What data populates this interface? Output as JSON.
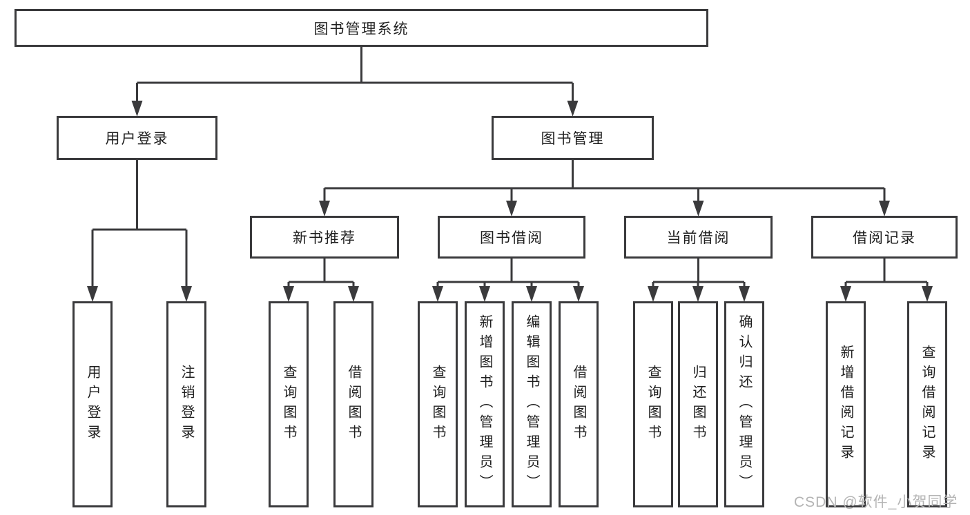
{
  "diagram": {
    "root": "图书管理系统",
    "level2": {
      "user_login": "用户登录",
      "book_mgmt": "图书管理"
    },
    "level3": [
      "新书推荐",
      "图书借阅",
      "当前借阅",
      "借阅记录"
    ],
    "user_leaves": [
      "用户登录",
      "注销登录"
    ],
    "recommend_leaves": [
      "查询图书",
      "借阅图书"
    ],
    "borrow_leaves": [
      "查询图书",
      "新增图书（管理员）",
      "编辑图书（管理员）",
      "借阅图书"
    ],
    "current_leaves": [
      "查询图书",
      "归还图书",
      "确认归还（管理员）"
    ],
    "record_leaves": [
      "新增借阅记录",
      "查询借阅记录"
    ],
    "colors": {
      "line": "#3a3a3c",
      "text": "#1f1f1f",
      "watermark": "#b4b4b4",
      "background": "#ffffff"
    }
  },
  "watermark": "CSDN @软件_小贺同学"
}
